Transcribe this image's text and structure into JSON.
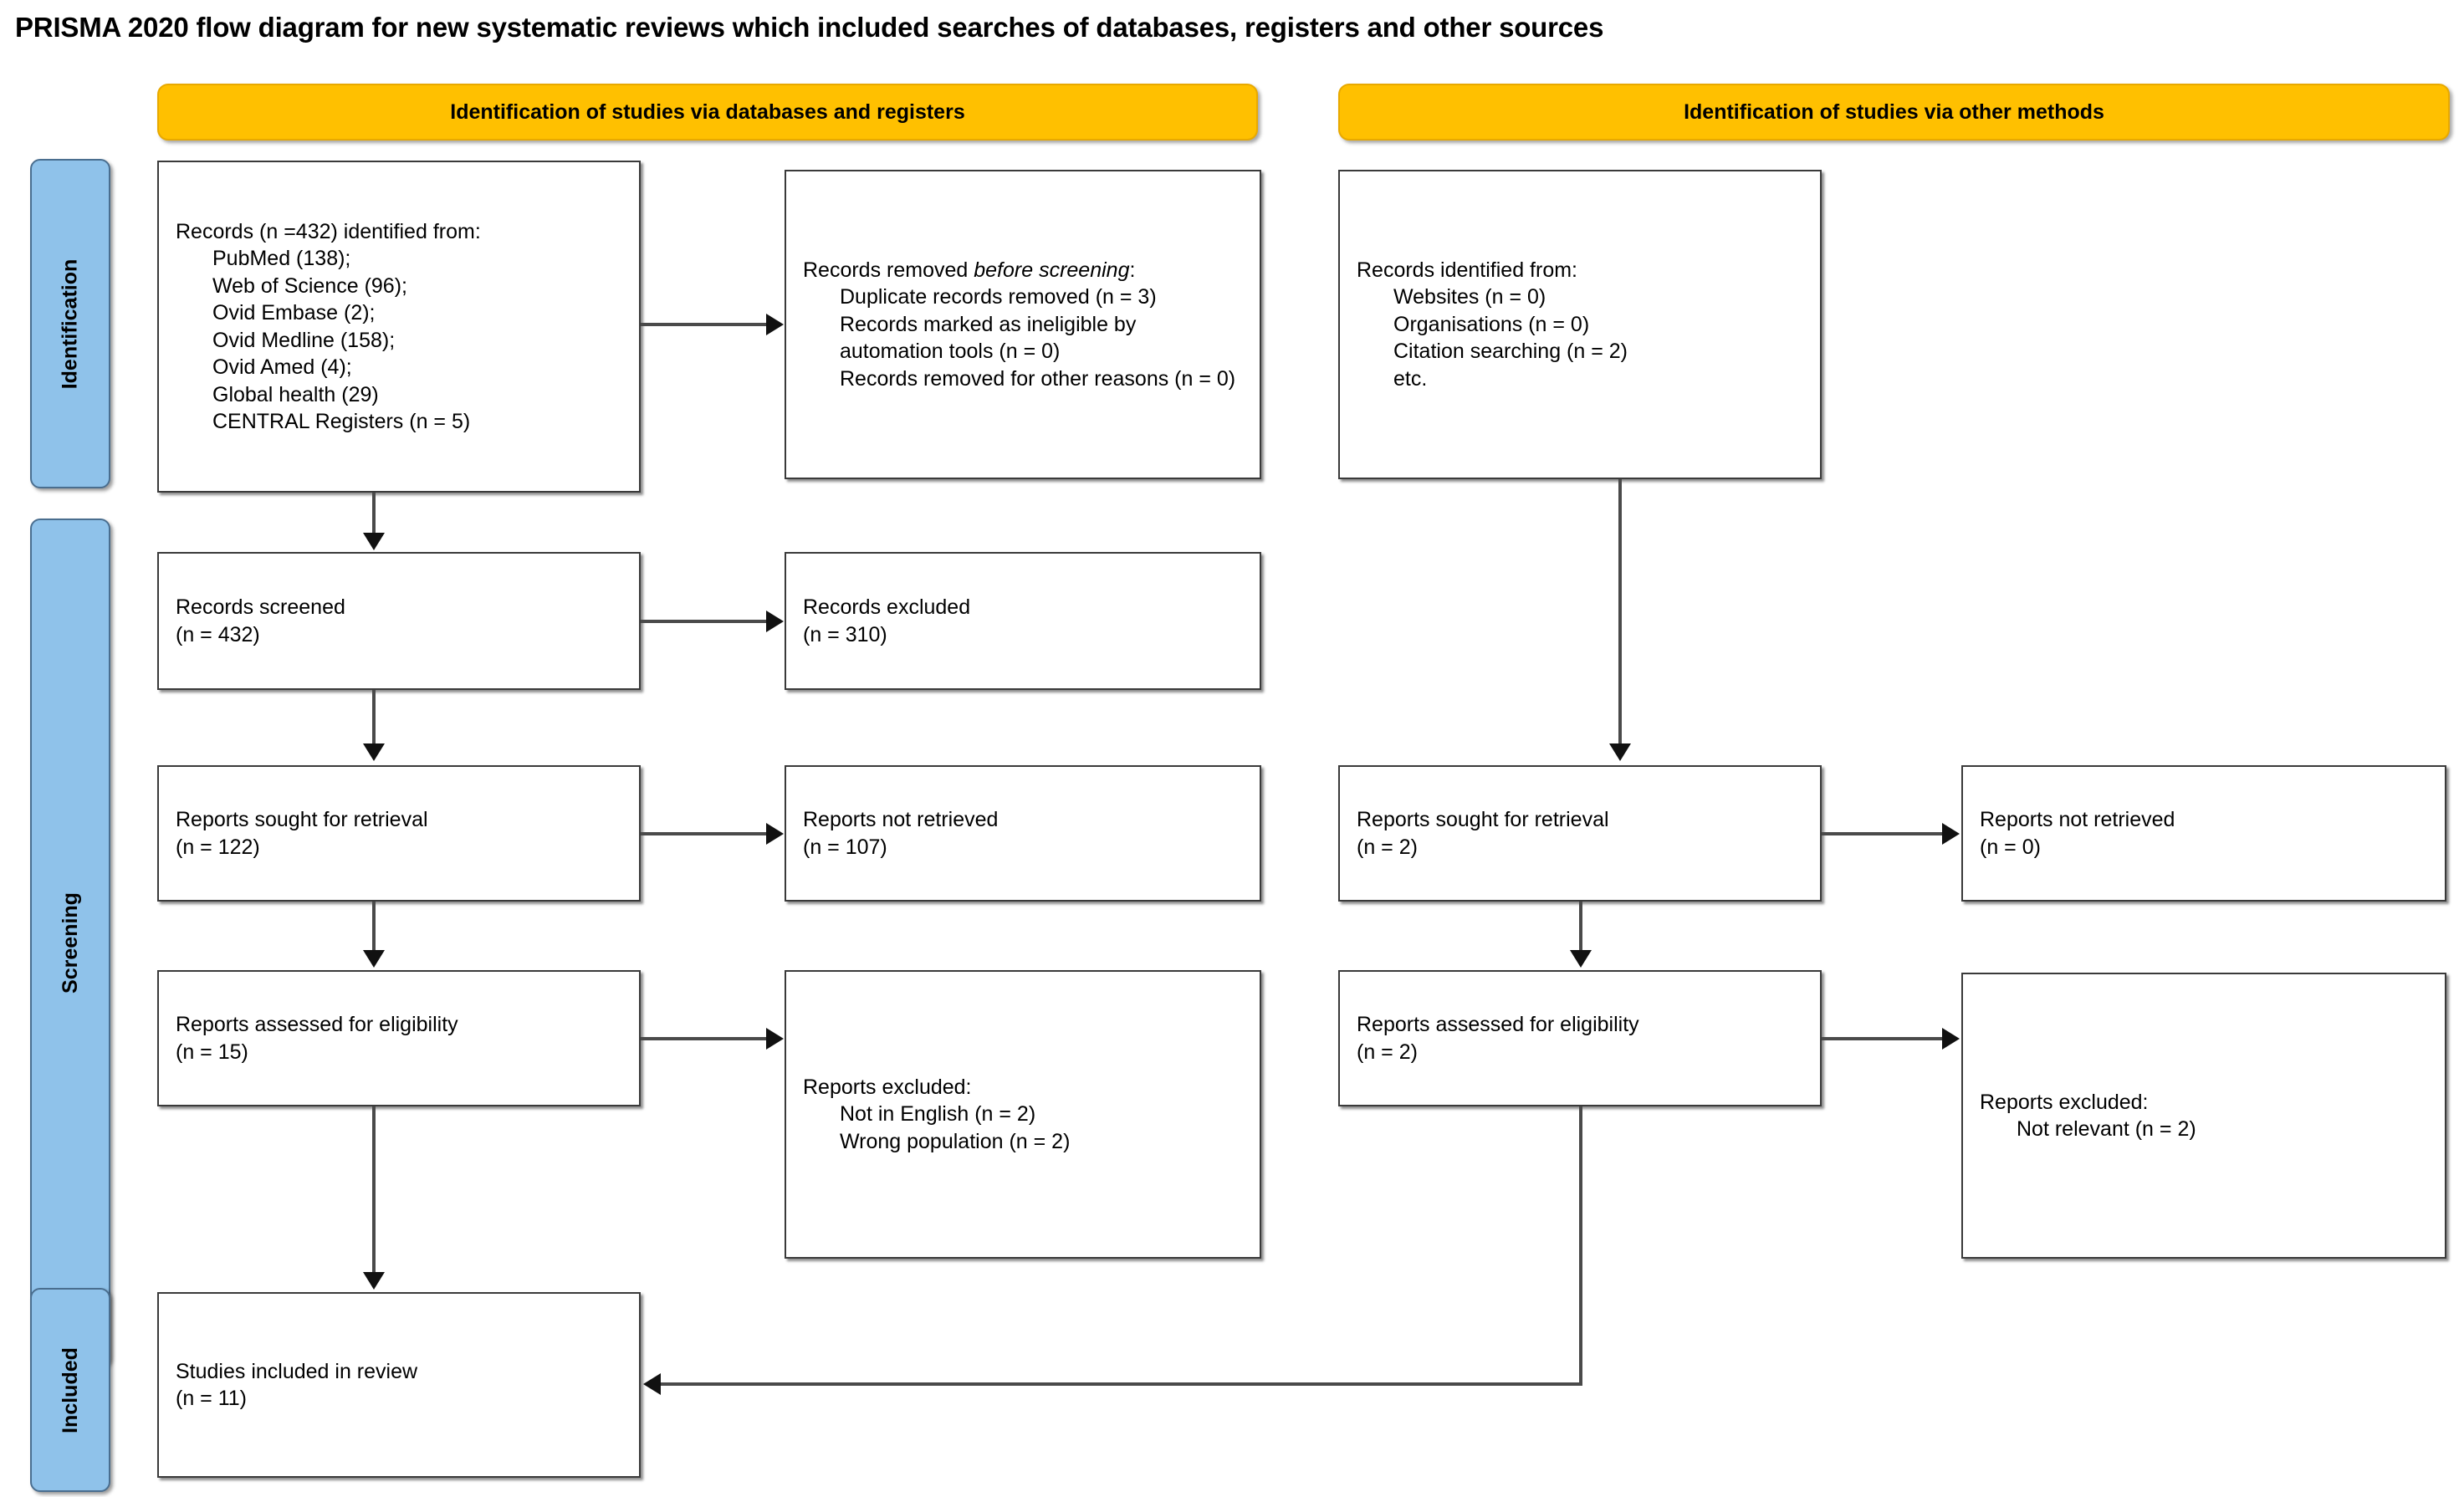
{
  "title": "PRISMA 2020 flow diagram for new systematic reviews which included searches of databases, registers and other sources",
  "headers": {
    "databases": "Identification of studies via databases and registers",
    "other": "Identification of studies via other methods"
  },
  "phases": {
    "identification": "Identification",
    "screening": "Screening",
    "included": "Included"
  },
  "databases_column": {
    "records_identified": {
      "heading": "Records (n =432) identified from:",
      "sources": [
        "PubMed (138);",
        "Web of Science (96);",
        "Ovid Embase (2);",
        "Ovid Medline (158);",
        "Ovid Amed (4);",
        "Global health (29)",
        "CENTRAL Registers (n = 5)"
      ]
    },
    "records_removed": {
      "heading_prefix": "Records removed ",
      "heading_italic": "before screening",
      "heading_suffix": ":",
      "items": [
        "Duplicate records removed (n = 3)",
        "Records marked as ineligible by automation tools (n = 0)",
        "Records removed for other reasons (n = 0)"
      ]
    },
    "records_screened": {
      "label": "Records screened",
      "count": "(n = 432)"
    },
    "records_excluded": {
      "label": "Records excluded",
      "count": "(n = 310)"
    },
    "reports_sought": {
      "label": "Reports sought for retrieval",
      "count": "(n = 122)"
    },
    "reports_not_retrieved": {
      "label": "Reports not retrieved",
      "count": "(n = 107)"
    },
    "reports_assessed": {
      "label": "Reports assessed for eligibility",
      "count": "(n = 15)"
    },
    "reports_excluded": {
      "heading": "Reports excluded:",
      "reasons": [
        "Not in English (n = 2)",
        "Wrong population (n = 2)"
      ]
    }
  },
  "other_methods_column": {
    "records_identified": {
      "heading": "Records identified from:",
      "sources": [
        "Websites (n = 0)",
        "Organisations (n = 0)",
        "Citation searching (n = 2)",
        "etc."
      ]
    },
    "reports_sought": {
      "label": "Reports sought for retrieval",
      "count": "(n = 2)"
    },
    "reports_not_retrieved": {
      "label": "Reports not retrieved",
      "count": "(n = 0)"
    },
    "reports_assessed": {
      "label": "Reports assessed for eligibility",
      "count": "(n = 2)"
    },
    "reports_excluded": {
      "heading": "Reports excluded:",
      "reasons": [
        "Not relevant (n = 2)"
      ]
    }
  },
  "included_box": {
    "label": "Studies included in review",
    "count": "(n = 11)"
  },
  "colors": {
    "header_bar": "#FFC000",
    "side_label": "#8FC2EA",
    "box_border": "#3a3a3a",
    "connector": "#4a4a4a"
  }
}
